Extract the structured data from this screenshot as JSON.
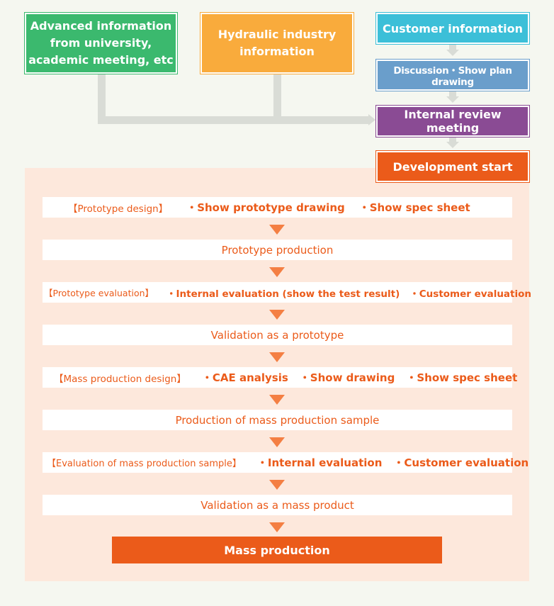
{
  "sources": {
    "academic": "Advanced information from university, academic meeting, etc",
    "hydraulic": "Hydraulic industry information"
  },
  "customer_flow": {
    "customer_info": "Customer information",
    "discussion": "Discussion・Show plan drawing",
    "review": "Internal review meeting",
    "dev_start": "Development start"
  },
  "steps": {
    "proto_design": {
      "title": "【Prototype design】",
      "items": [
        "・Show prototype drawing",
        "・Show spec sheet"
      ]
    },
    "proto_production": "Prototype production",
    "proto_eval": {
      "title": "【Prototype evaluation】",
      "items": [
        "・Internal evaluation (show the test result)",
        "・Customer evaluation"
      ]
    },
    "proto_validation": "Validation as a prototype",
    "mass_design": {
      "title": "【Mass production design】",
      "items": [
        "・CAE analysis",
        "・Show drawing",
        "・Show spec sheet"
      ]
    },
    "sample_production": "Production of mass production sample",
    "sample_eval": {
      "title": "【Evaluation of mass production sample】",
      "items": [
        "・Internal evaluation",
        "・Customer evaluation"
      ]
    },
    "mass_validation": "Validation as a mass product",
    "mass_production": "Mass production"
  },
  "colors": {
    "green": "#3bb96e",
    "yellow": "#f9ab3c",
    "cyan": "#3cbfd8",
    "blue": "#6a9ecb",
    "purple": "#8a4b94",
    "orange": "#eb5b1a",
    "panel": "#fde8dc",
    "connector": "#d9dcd6"
  }
}
